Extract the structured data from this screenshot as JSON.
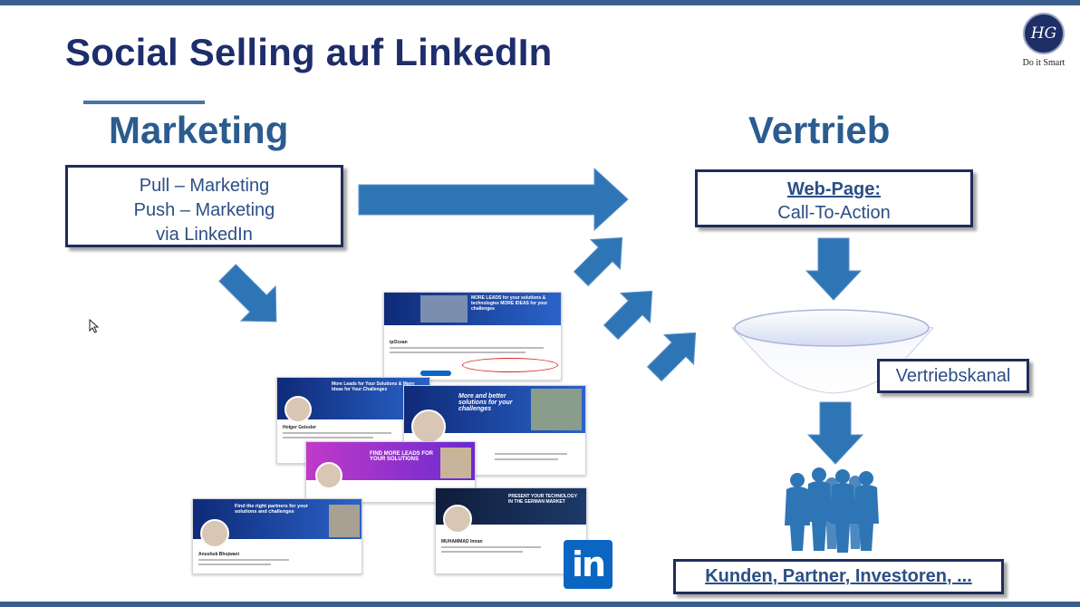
{
  "slide": {
    "title": "Social Selling auf LinkedIn",
    "logo_initials": "HG",
    "logo_text": "Do it Smart"
  },
  "marketing": {
    "heading": "Marketing",
    "lines": [
      "Pull – Marketing",
      "Push – Marketing",
      "via LinkedIn"
    ]
  },
  "vertrieb": {
    "heading": "Vertrieb",
    "web_page_label": "Web-Page:",
    "call_to_action": "Call-To-Action",
    "channel_label": "Vertriebskanal",
    "audience_label": "Kunden, Partner, Investoren, ..."
  },
  "profiles": {
    "card1": {
      "name": "ipOcean",
      "banner": "MORE LEADS for your solutions & technologies MORE IDEAS for your challenges"
    },
    "card2": {
      "name": "Holger Geissler",
      "banner": "More Leads for Your Solutions & Many Ideas for Your Challenges"
    },
    "card3": {
      "banner": "More and better solutions for your challenges"
    },
    "card4": {
      "banner": "FIND MORE LEADS FOR YOUR SOLUTIONS"
    },
    "card5": {
      "name": "Anushuk Bhojwani",
      "banner": "Find the right partners for your solutions and challenges"
    },
    "card6": {
      "name": "MUHAMMAD Imran",
      "banner": "PRESENT YOUR TECHNOLOGY IN THE GERMAN MARKET"
    }
  },
  "linkedin_logo_text": "in",
  "colors": {
    "title": "#1e2d6b",
    "heading": "#2b5c8f",
    "arrow": "#2e75b6",
    "box_border": "#1e2d5c",
    "bar": "#3a5f8f"
  }
}
